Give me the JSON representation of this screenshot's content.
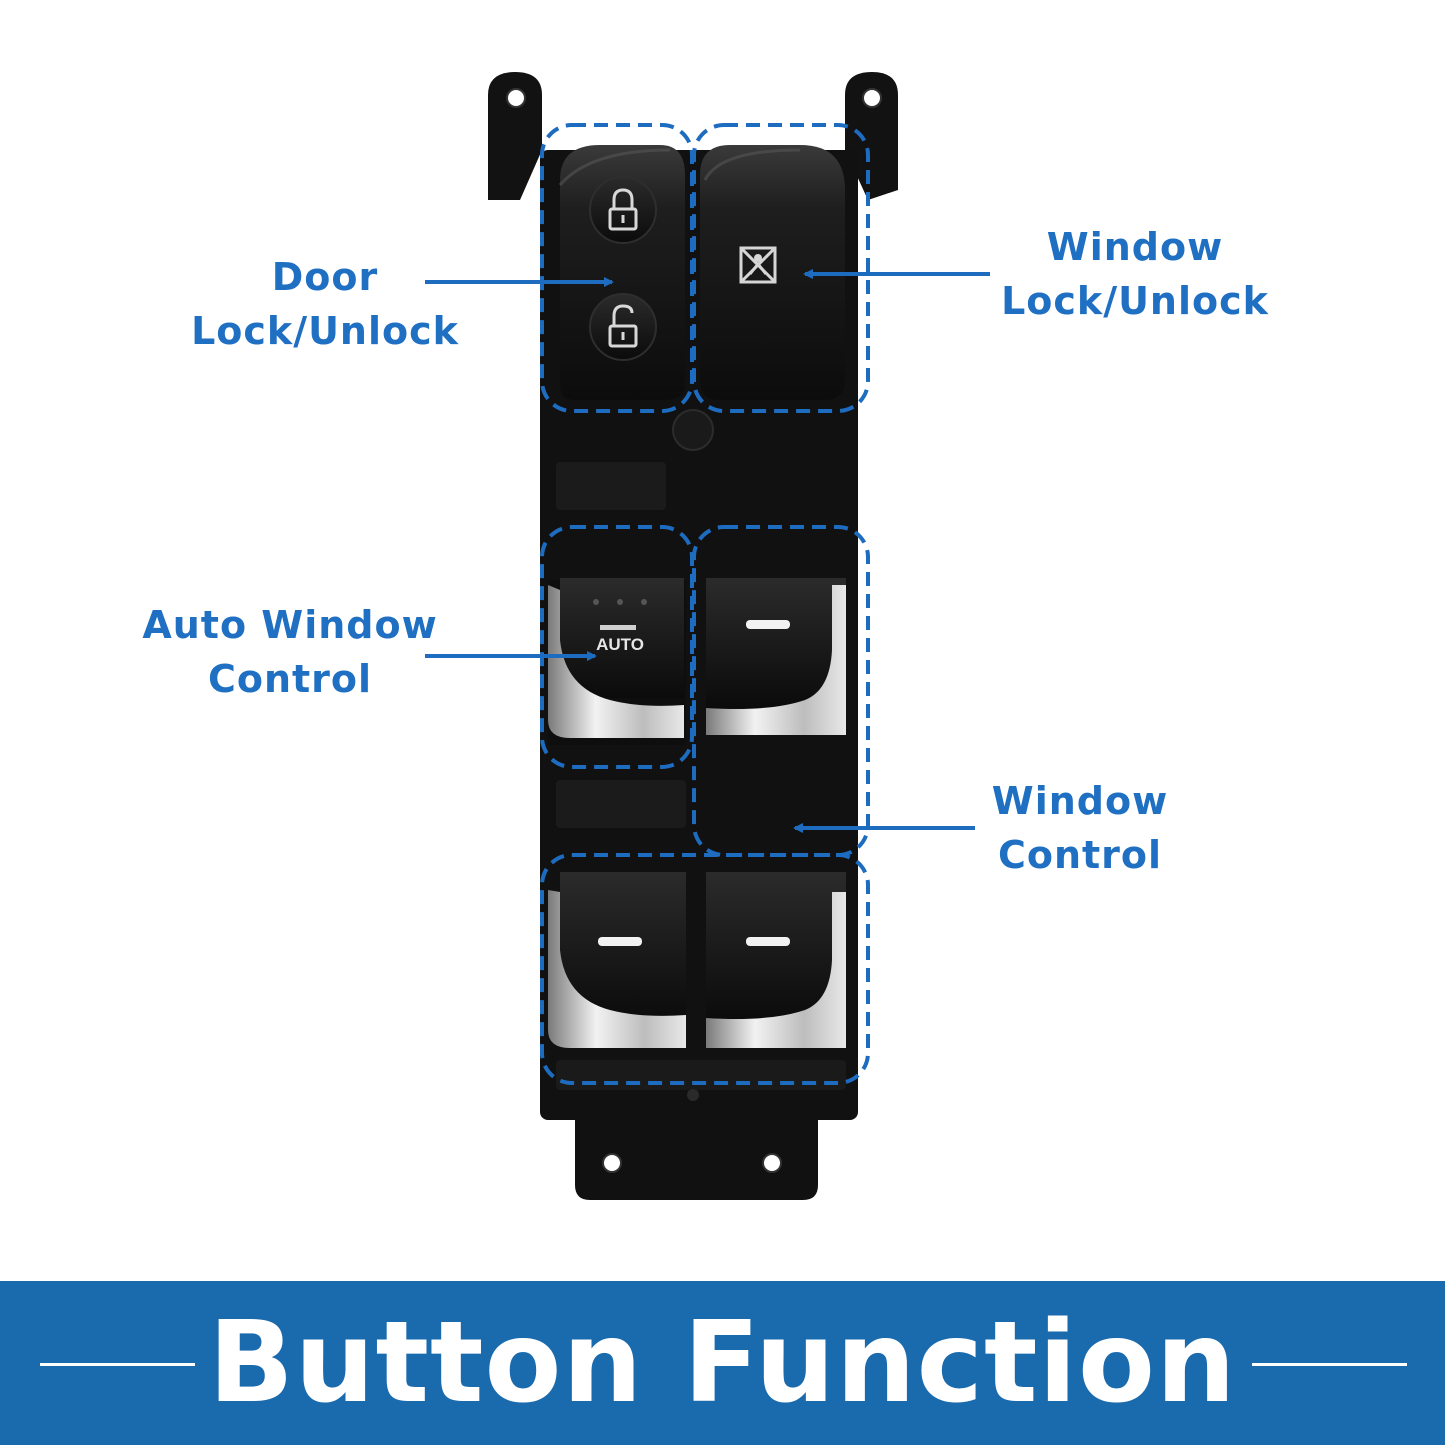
{
  "labels": {
    "door": [
      "Door",
      "Lock/Unlock"
    ],
    "window_lock": [
      "Window",
      "Lock/Unlock"
    ],
    "auto_window": [
      "Auto Window",
      "Control"
    ],
    "window_control": [
      "Window",
      "Control"
    ]
  },
  "switch_text": {
    "auto": "AUTO"
  },
  "banner": {
    "title": "Button Function"
  },
  "colors": {
    "accent": "#1f6fc2",
    "banner": "#1a6aae",
    "callout_stroke": "#1e6cc0",
    "switch_body": "#141414"
  },
  "icons": [
    "lock-closed-icon",
    "lock-open-icon",
    "window-lock-icon"
  ]
}
